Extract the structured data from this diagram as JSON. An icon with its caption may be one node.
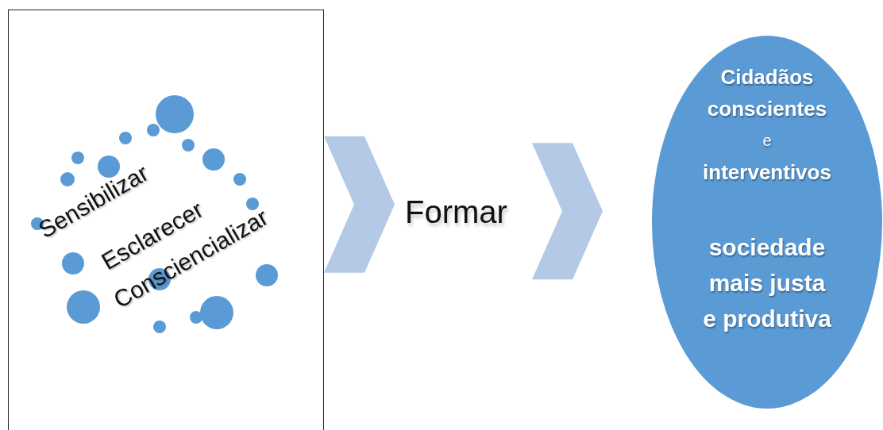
{
  "diagram": {
    "nodes": [
      {
        "text": [
          "Sensibilizar",
          "Esclarecer",
          "Consciencializar"
        ]
      },
      {
        "text": [
          "Formar"
        ]
      },
      {
        "text": [
          "Cidadãos conscientes",
          "e",
          "interventivos",
          "sociedade mais justa e produtiva"
        ]
      }
    ],
    "edges": [
      {
        "from": 0,
        "to": 1,
        "arrow": "to"
      },
      {
        "from": 1,
        "to": 2,
        "arrow": "to"
      }
    ]
  }
}
